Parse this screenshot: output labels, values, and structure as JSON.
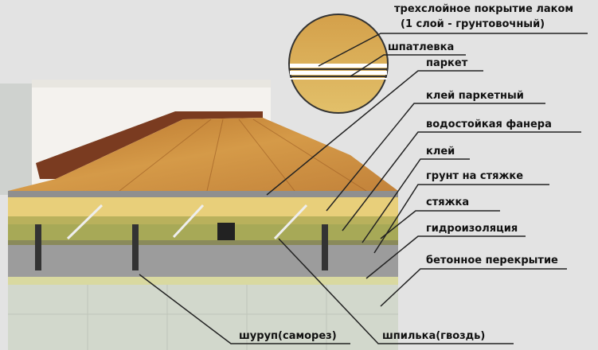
{
  "labels": {
    "lacquer_line1": "трехслойное покрытие лаком",
    "lacquer_line2": "(1 слой - грунтовочный)",
    "putty": "шпатлевка",
    "parquet": "паркет",
    "parquet_glue": "клей паркетный",
    "plywood": "водостойкая фанера",
    "glue": "клей",
    "primer": "грунт на стяжке",
    "screed": "стяжка",
    "waterproofing": "гидроизоляция",
    "concrete_slab": "бетонное перекрытие",
    "screw": "шуруп(саморез)",
    "stud": "шпилька(гвоздь)"
  },
  "colors": {
    "background": "#e3e3e3",
    "wood": "#c98a3a",
    "plank": "#e8cf7a",
    "plywood": "#a7a957",
    "screed": "#9c9c9c",
    "wall": "#f4f2ee",
    "baseboard": "#7a3b20"
  }
}
